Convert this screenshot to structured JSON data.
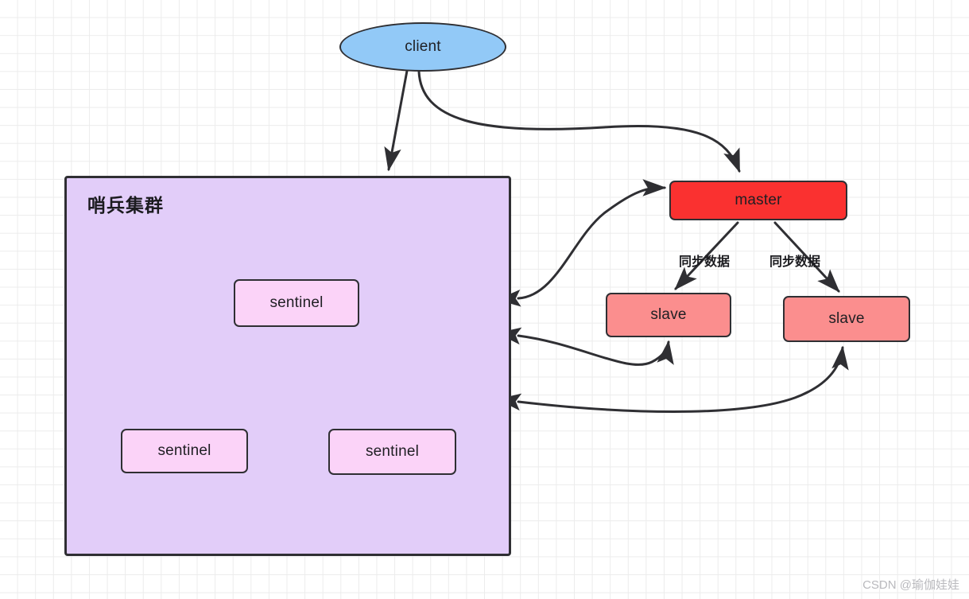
{
  "diagram": {
    "title_hidden": "Redis Sentinel Architecture",
    "background": {
      "grid_color": "#ececec",
      "page_color": "#ffffff"
    },
    "cluster": {
      "label": "哨兵集群",
      "fill": "#e2cdf9",
      "stroke": "#2f2f33"
    },
    "nodes": [
      {
        "id": "client",
        "label": "client",
        "shape": "ellipse",
        "fill": "#92c9f7"
      },
      {
        "id": "sentinel-top",
        "label": "sentinel",
        "shape": "rounded-rect",
        "fill": "#fbd3f8"
      },
      {
        "id": "sentinel-left",
        "label": "sentinel",
        "shape": "rounded-rect",
        "fill": "#fbd3f8"
      },
      {
        "id": "sentinel-right",
        "label": "sentinel",
        "shape": "rounded-rect",
        "fill": "#fbd3f8"
      },
      {
        "id": "master",
        "label": "master",
        "shape": "rounded-rect",
        "fill": "#fa3130"
      },
      {
        "id": "slave-left",
        "label": "slave",
        "shape": "rounded-rect",
        "fill": "#fb8e8e"
      },
      {
        "id": "slave-right",
        "label": "slave",
        "shape": "rounded-rect",
        "fill": "#fb8e8e"
      }
    ],
    "edge_labels": [
      {
        "id": "sync-left",
        "text": "同步数据"
      },
      {
        "id": "sync-right",
        "text": "同步数据"
      }
    ],
    "edges": [
      {
        "from": "client",
        "to": "cluster",
        "type": "arrow"
      },
      {
        "from": "client",
        "to": "master",
        "type": "curved-arrow"
      },
      {
        "from": "master",
        "to": "slave-left",
        "type": "arrow",
        "label": "同步数据"
      },
      {
        "from": "master",
        "to": "slave-right",
        "type": "arrow",
        "label": "同步数据"
      },
      {
        "from": "cluster",
        "to": "master",
        "type": "bidirectional-curve"
      },
      {
        "from": "cluster",
        "to": "slave-left",
        "type": "bidirectional-curve"
      },
      {
        "from": "cluster",
        "to": "slave-right",
        "type": "bidirectional-curve"
      },
      {
        "from": "sentinel-top",
        "to": "sentinel-left",
        "type": "bidirectional-arc"
      },
      {
        "from": "sentinel-top",
        "to": "sentinel-right",
        "type": "bidirectional-arc"
      },
      {
        "from": "sentinel-left",
        "to": "sentinel-right",
        "type": "bidirectional-arrow"
      }
    ],
    "watermark": "CSDN @瑜伽娃娃",
    "stroke_color": "#2f2f33"
  }
}
